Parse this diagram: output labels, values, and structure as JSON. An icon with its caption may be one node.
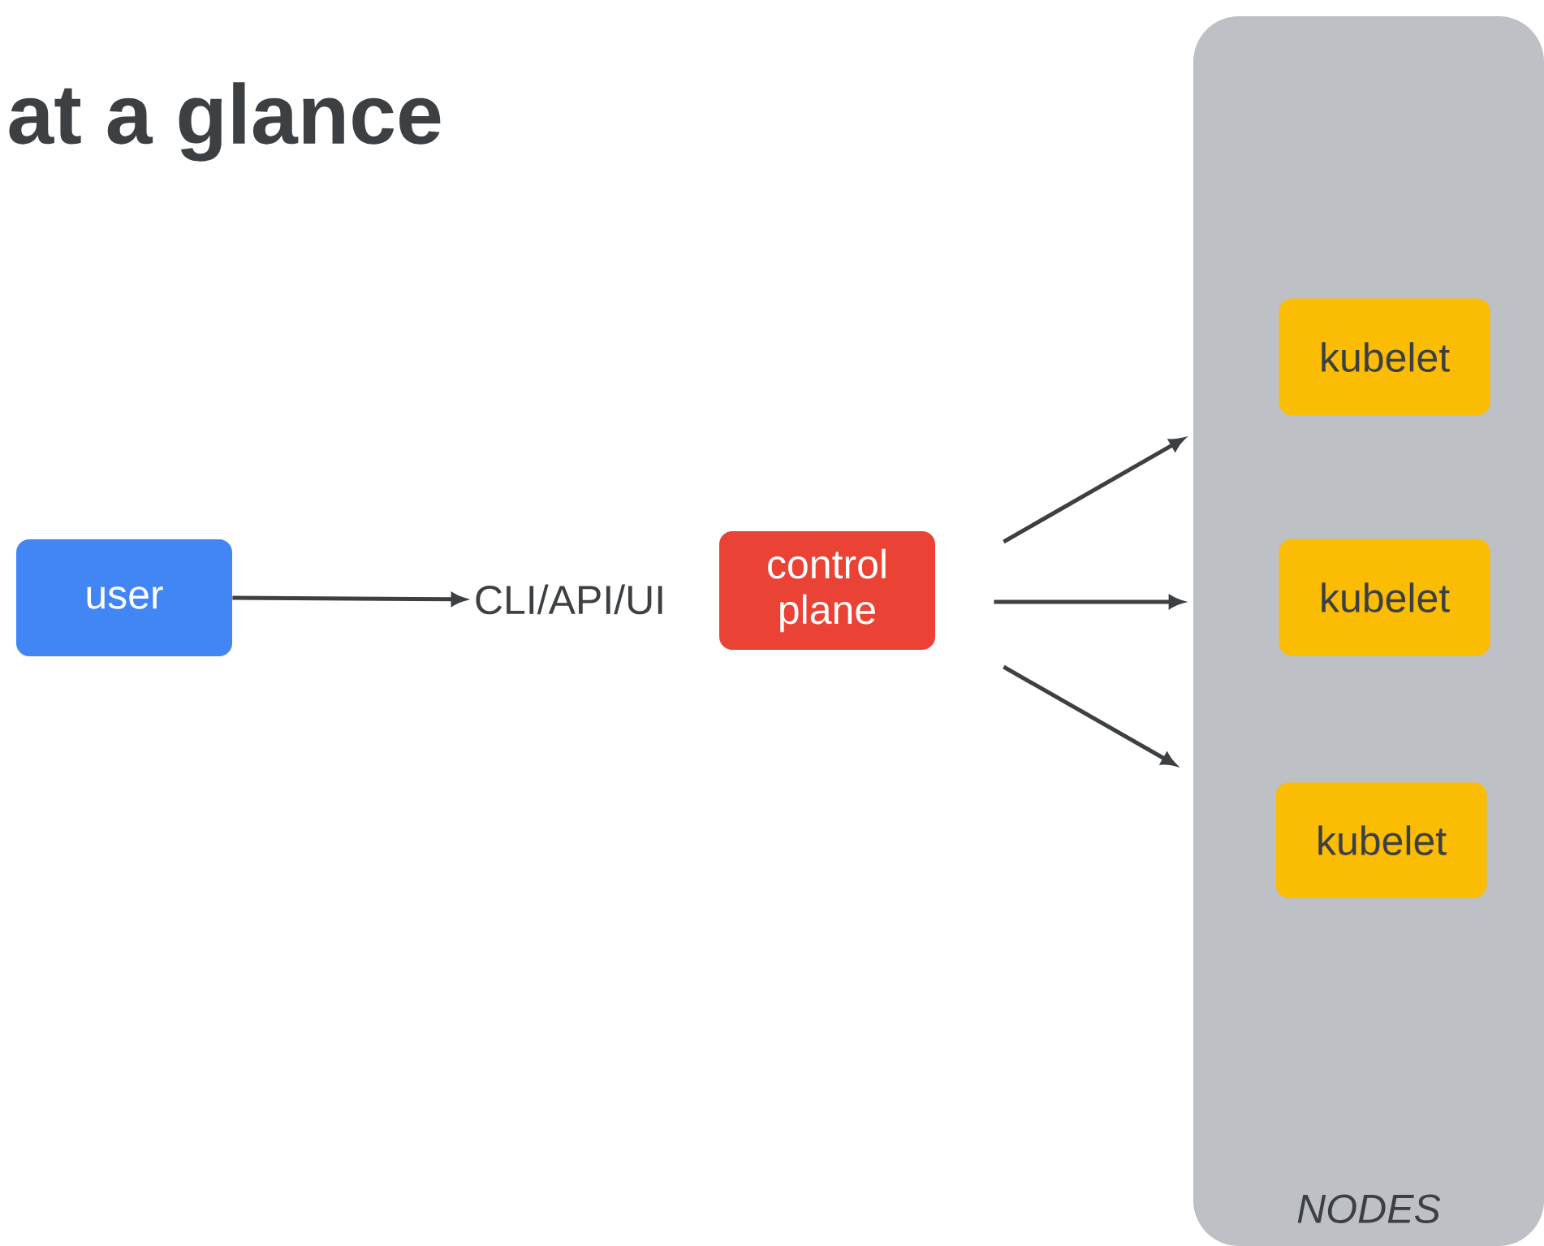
{
  "diagram": {
    "title": "at a glance",
    "nodes": [
      {
        "text": [
          "user"
        ]
      },
      {
        "text": [
          "CLI/API/UI"
        ]
      },
      {
        "text": [
          "control plane"
        ]
      },
      {
        "text": [
          "NODES"
        ]
      },
      {
        "text": [
          "kubelet"
        ],
        "in": 3
      },
      {
        "text": [
          "kubelet"
        ],
        "in": 3
      },
      {
        "text": [
          "kubelet"
        ],
        "in": 3
      }
    ],
    "edges": [
      {
        "from": 0,
        "to": 1,
        "arrow": "to"
      },
      {
        "from": 2,
        "to": 3,
        "arrow": "to"
      },
      {
        "from": 2,
        "to": 3,
        "arrow": "to"
      },
      {
        "from": 2,
        "to": 3,
        "arrow": "to"
      }
    ]
  }
}
